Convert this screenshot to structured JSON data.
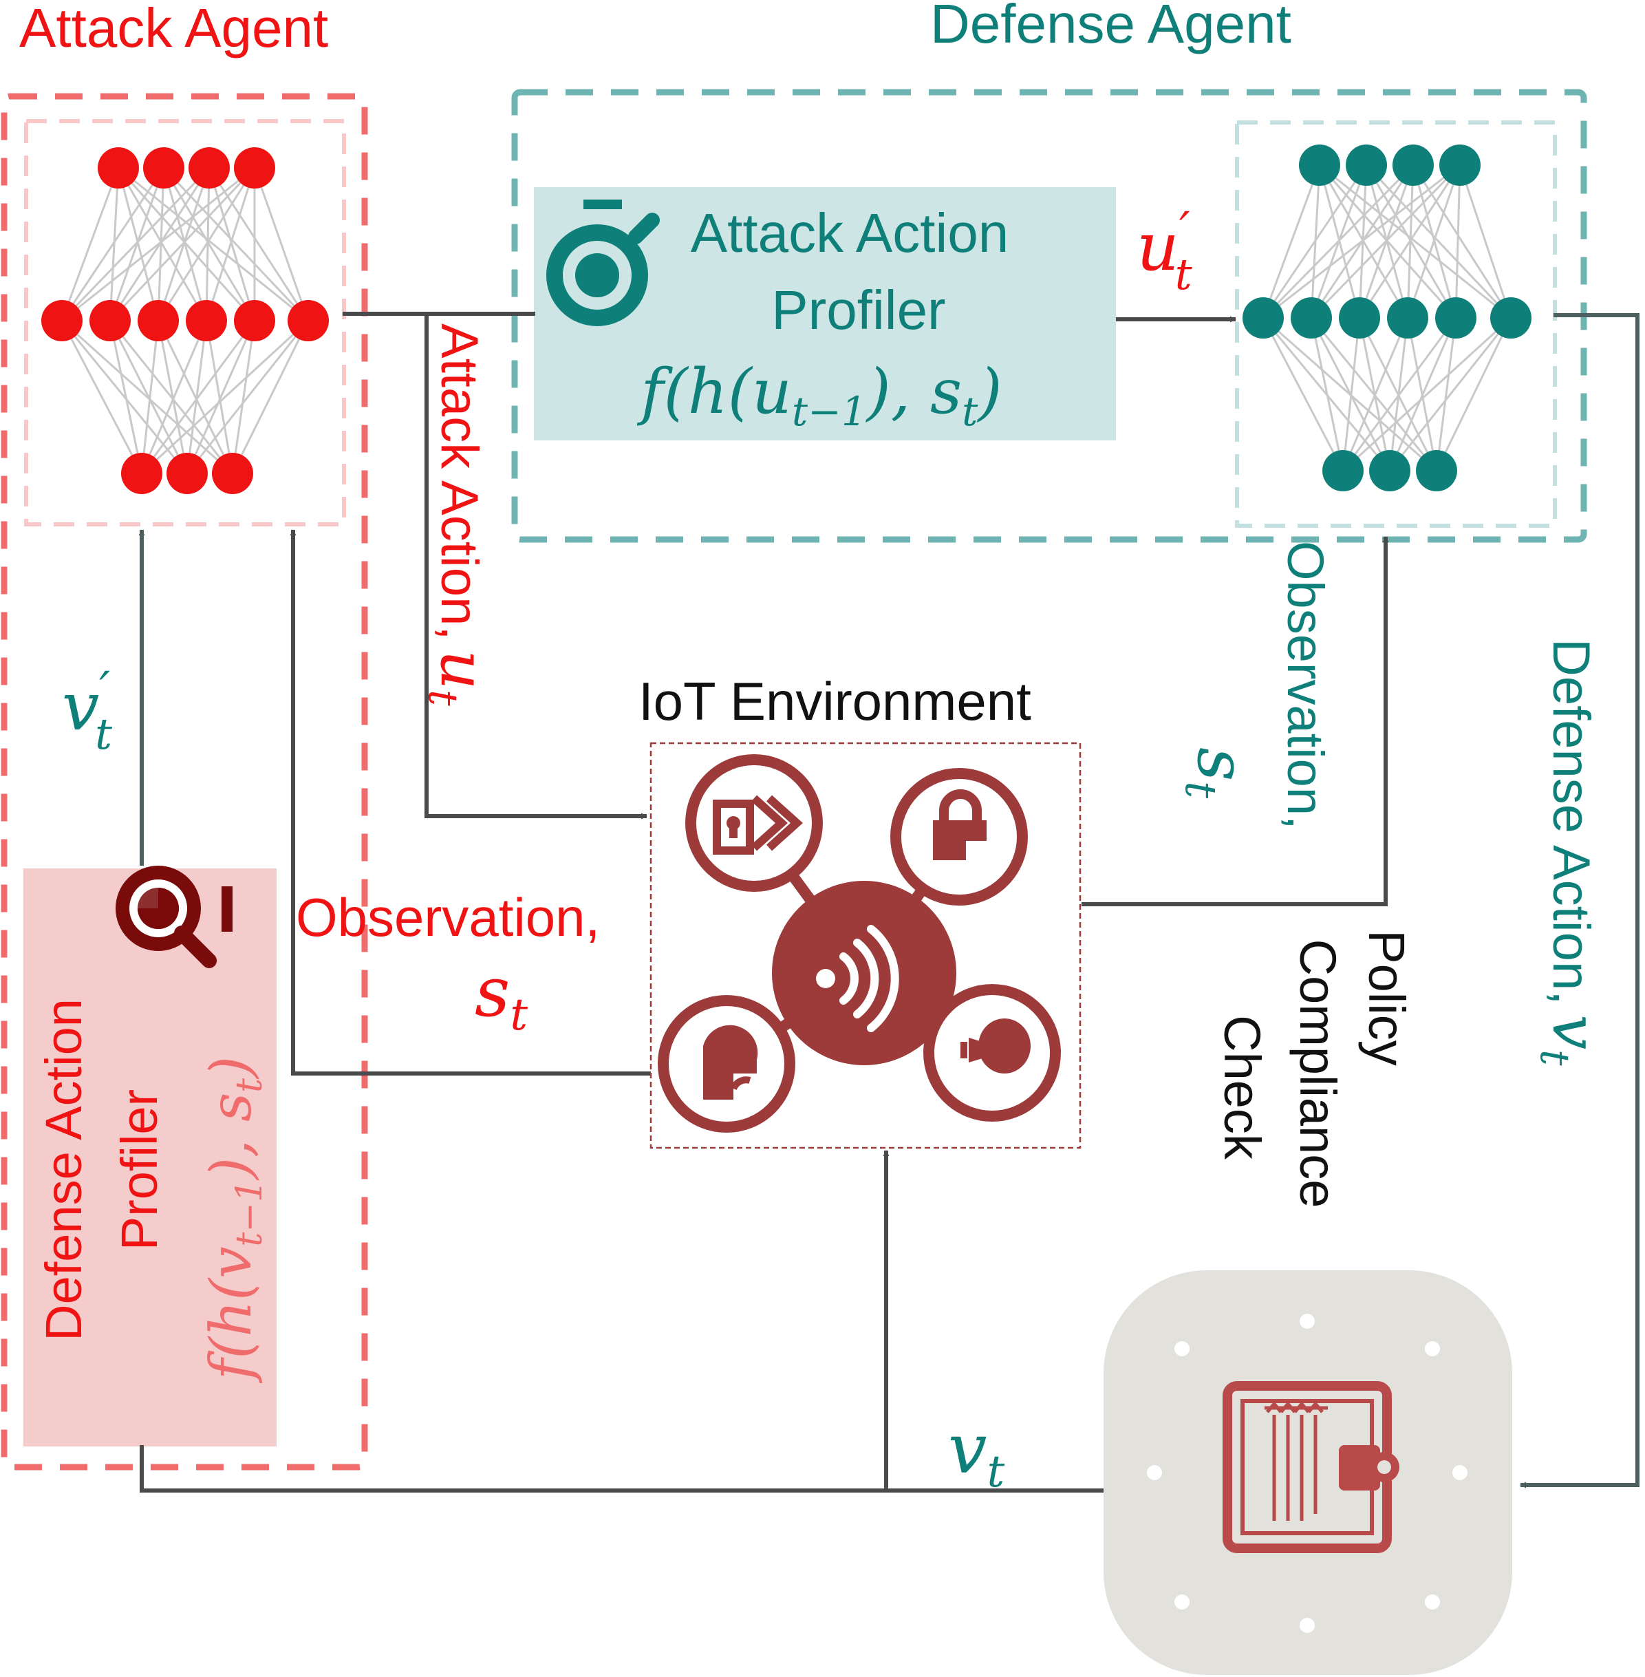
{
  "attack_agent": {
    "title": "Attack Agent",
    "color": "#f01313"
  },
  "defense_agent": {
    "title": "Defense Agent",
    "color": "#0f7f7a"
  },
  "attack_action_profiler": {
    "line1": "Attack Action",
    "line2": "Profiler",
    "formula": "f(h(u",
    "formula_sub": "t−1",
    "formula_tail": "), s",
    "formula_tail_sub": "t",
    "formula_close": ")",
    "fill": "#cde6e5"
  },
  "defense_action_profiler": {
    "line1": "Defense Action",
    "line2": "Profiler",
    "formula": "f(h(v",
    "formula_sub": "t−1",
    "formula_tail": "), s",
    "formula_tail_sub": "t",
    "formula_close": ")",
    "fill": "#f4cccc"
  },
  "iot_environment": {
    "title": "IoT Environment",
    "icon_color": "#9d3b3b"
  },
  "labels": {
    "u_prime": "u",
    "u_prime_sup": "′",
    "u_prime_sub": "t",
    "v_prime": "v",
    "v_prime_sup": "′",
    "v_prime_sub": "t",
    "attack_action": "Attack Action,",
    "attack_action_var": "u",
    "attack_action_sub": "t",
    "observation_attack": "Observation,",
    "observation_attack_var": "s",
    "observation_attack_sub": "t",
    "observation_defense": "Observation,",
    "observation_defense_var": "s",
    "observation_defense_sub": "t",
    "defense_action": "Defense Action,",
    "defense_action_var": "v",
    "defense_action_sub": "t",
    "v_bottom": "v",
    "v_bottom_sub": "t",
    "policy_line1": "Policy",
    "policy_line2": "Compliance",
    "policy_line3": "Check"
  },
  "icons": {
    "attack_profiler_icon": "stopwatch-icon",
    "defense_profiler_icon": "magnifier-icon",
    "iot_hub_icon": "wifi-icon",
    "smart_lock_icon": "smart-lock-icon",
    "padlock_icon": "padlock-icon",
    "thermostat_icon": "thermostat-icon",
    "bulb_icon": "bulb-icon",
    "policy_icon": "clipboard-icon"
  }
}
